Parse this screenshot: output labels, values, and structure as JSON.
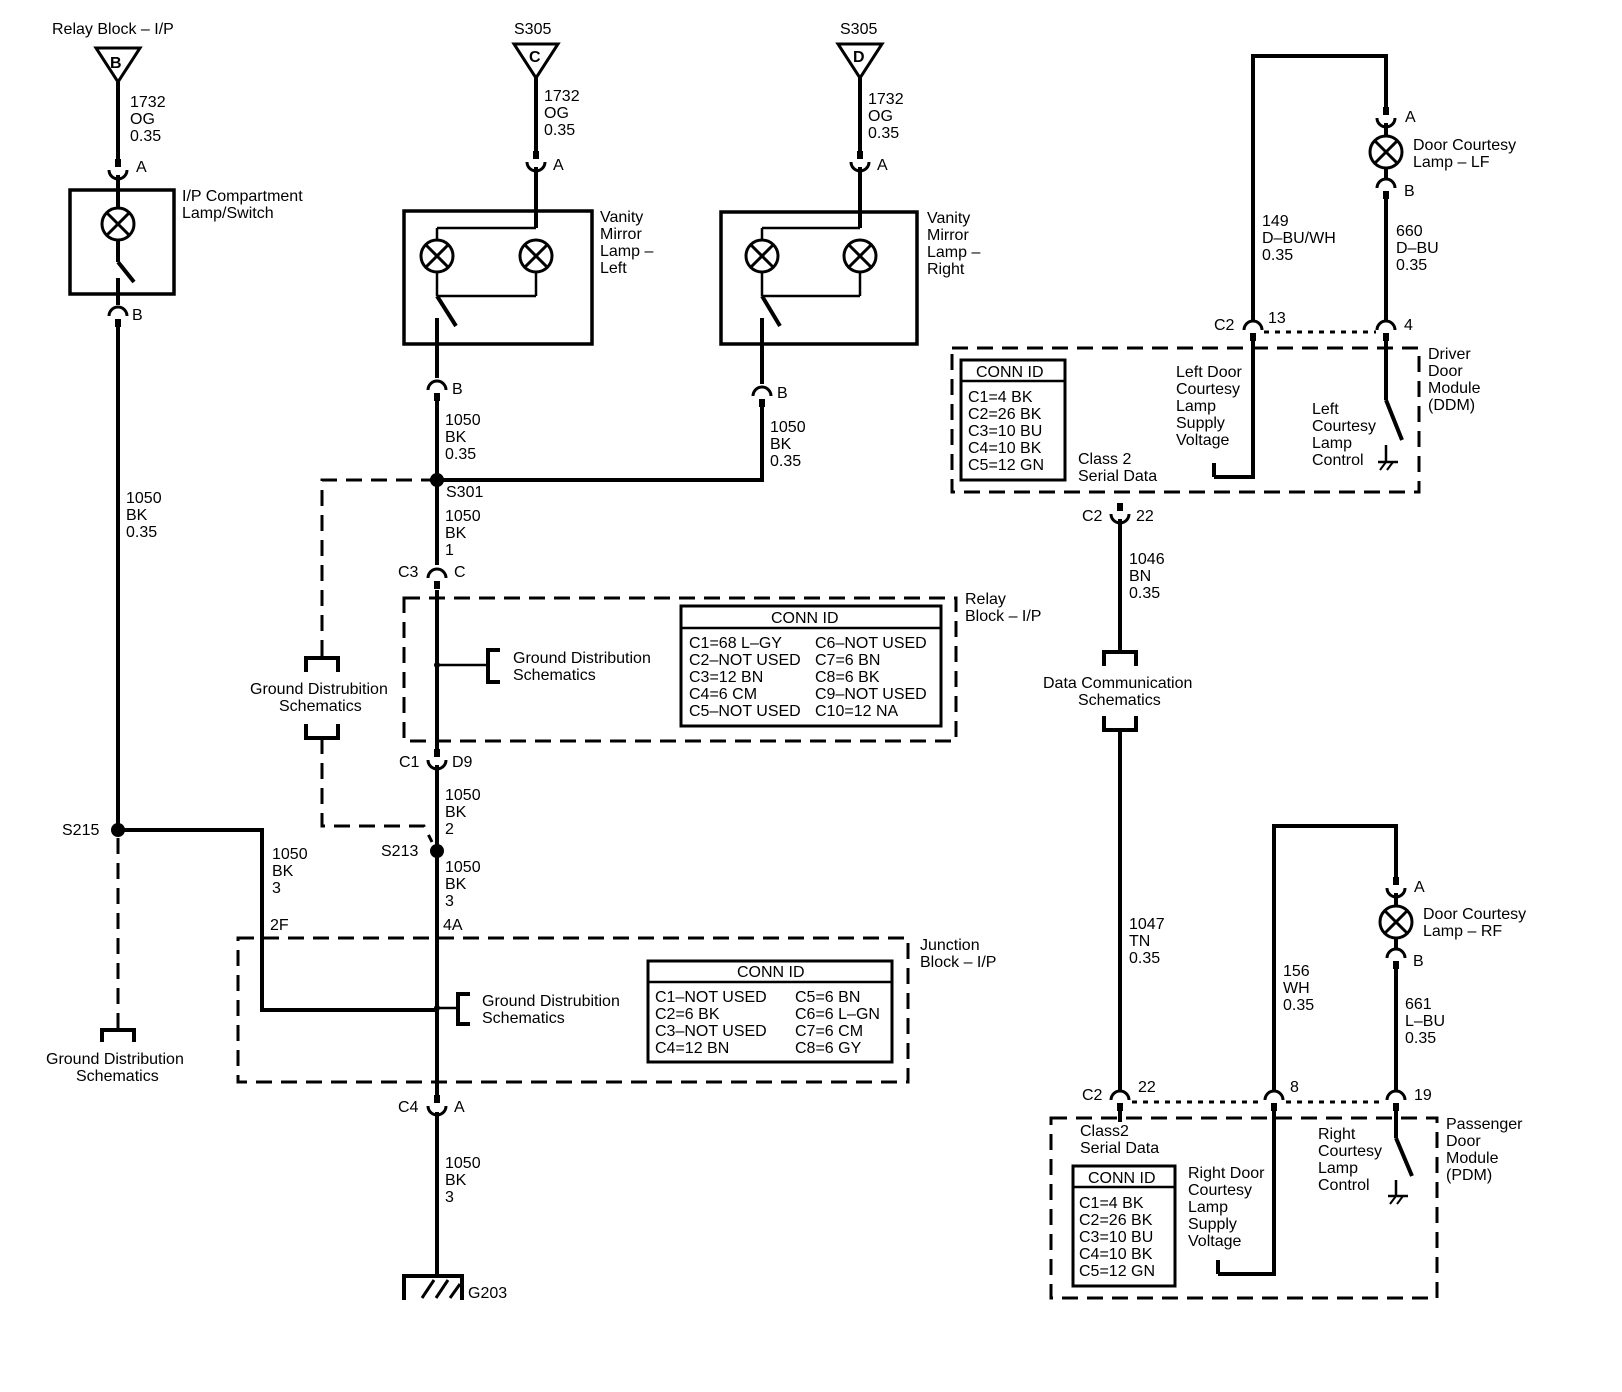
{
  "sources": {
    "relay_block_ip": {
      "label": "Relay Block – I/P",
      "pin": "B"
    },
    "s305_c": {
      "label": "S305",
      "pin": "C"
    },
    "s305_d": {
      "label": "S305",
      "pin": "D"
    }
  },
  "wire_1732": [
    "1732",
    "OG",
    "0.35"
  ],
  "wire_1050_035": [
    "1050",
    "BK",
    "0.35"
  ],
  "wire_1050_1": [
    "1050",
    "BK",
    "1"
  ],
  "wire_1050_2": [
    "1050",
    "BK",
    "2"
  ],
  "wire_1050_3": [
    "1050",
    "BK",
    "3"
  ],
  "wire_149": [
    "149",
    "D–BU/WH",
    "0.35"
  ],
  "wire_660": [
    "660",
    "D–BU",
    "0.35"
  ],
  "wire_1046": [
    "1046",
    "BN",
    "0.35"
  ],
  "wire_1047": [
    "1047",
    "TN",
    "0.35"
  ],
  "wire_156": [
    "156",
    "WH",
    "0.35"
  ],
  "wire_661": [
    "661",
    "L–BU",
    "0.35"
  ],
  "pins": {
    "a": "A",
    "b": "B",
    "c": "C",
    "d9": "D9",
    "n13": "13",
    "n4": "4",
    "n22": "22",
    "n8": "8",
    "n19": "19",
    "p2f": "2F",
    "p4a": "4A"
  },
  "connectors": {
    "c1": "C1",
    "c2": "C2",
    "c3": "C3",
    "c4": "C4"
  },
  "splices": {
    "s301": "S301",
    "s213": "S213",
    "s215": "S215"
  },
  "ground": "G203",
  "components": {
    "ip_lamp": [
      "I/P Compartment",
      "Lamp/Switch"
    ],
    "vanity_left": [
      "Vanity",
      "Mirror",
      "Lamp –",
      "Left"
    ],
    "vanity_right": [
      "Vanity",
      "Mirror",
      "Lamp –",
      "Right"
    ],
    "door_lamp_lf": [
      "Door Courtesy",
      "Lamp – LF"
    ],
    "door_lamp_rf": [
      "Door Courtesy",
      "Lamp – RF"
    ],
    "ddm": [
      "Driver",
      "Door",
      "Module",
      "(DDM)"
    ],
    "pdm": [
      "Passenger",
      "Door",
      "Module",
      "(PDM)"
    ],
    "relay_block": [
      "Relay",
      "Block – I/P"
    ],
    "junction_block": [
      "Junction",
      "Block – I/P"
    ]
  },
  "ddm_text": {
    "left_supply": [
      "Left Door",
      "Courtesy",
      "Lamp",
      "Supply",
      "Voltage"
    ],
    "left_control": [
      "Left",
      "Courtesy",
      "Lamp",
      "Control"
    ],
    "class2": [
      "Class 2",
      "Serial Data"
    ]
  },
  "pdm_text": {
    "class2": [
      "Class2",
      "Serial Data"
    ],
    "right_supply": [
      "Right Door",
      "Courtesy",
      "Lamp",
      "Supply",
      "Voltage"
    ],
    "right_control": [
      "Right",
      "Courtesy",
      "Lamp",
      "Control"
    ]
  },
  "refs": {
    "ground_dist_1": [
      "Ground Distrubition",
      "Schematics"
    ],
    "ground_dist_2": [
      "Ground Distribution",
      "Schematics"
    ],
    "ground_dist_3": [
      "Ground Distrubition",
      "Schematics"
    ],
    "ground_dist_4": [
      "Ground Distribution",
      "Schematics"
    ],
    "data_comm": [
      "Data Communication",
      "Schematics"
    ]
  },
  "conn_tables": {
    "ddm": {
      "title": "CONN ID",
      "rows": [
        "C1=4 BK",
        "C2=26 BK",
        "C3=10 BU",
        "C4=10 BK",
        "C5=12 GN"
      ]
    },
    "pdm": {
      "title": "CONN ID",
      "rows": [
        "C1=4 BK",
        "C2=26 BK",
        "C3=10 BU",
        "C4=10 BK",
        "C5=12 GN"
      ]
    },
    "relay": {
      "title": "CONN ID",
      "left": [
        "C1=68 L–GY",
        "C2–NOT USED",
        "C3=12 BN",
        "C4=6 CM",
        "C5–NOT USED"
      ],
      "right": [
        "C6–NOT USED",
        "C7=6 BN",
        "C8=6 BK",
        "C9–NOT USED",
        "C10=12 NA"
      ]
    },
    "junction": {
      "title": "CONN ID",
      "left": [
        "C1–NOT USED",
        "C2=6 BK",
        "C3–NOT USED",
        "C4=12 BN"
      ],
      "right": [
        "C5=6 BN",
        "C6=6 L–GN",
        "C7=6 CM",
        "C8=6 GY"
      ]
    }
  }
}
